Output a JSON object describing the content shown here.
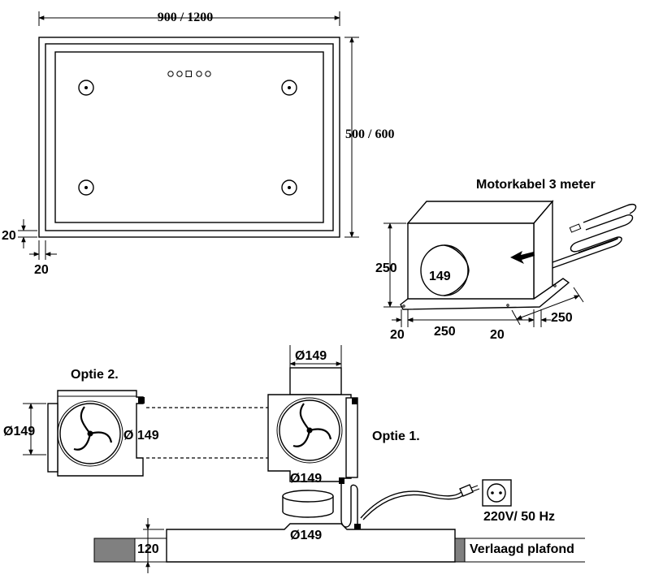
{
  "top_view": {
    "width_label": "900 / 1200",
    "depth_label": "500 / 600",
    "frame_vertical_label": "20",
    "frame_horizontal_label": "20"
  },
  "motor_box": {
    "cable_label": "Motorkabel 3 meter",
    "height_label": "250",
    "diameter_label": "149",
    "width_label": "250",
    "left_flange_label": "20",
    "right_flange_label": "20",
    "depth_label": "250"
  },
  "option_2": {
    "title": "Optie 2.",
    "side_diameter_label": "Ø149",
    "fan_diameter_label": "Ø 149"
  },
  "option_1": {
    "title": "Optie 1.",
    "top_diameter_label": "Ø149",
    "bottom_diameter_label": "Ø149"
  },
  "ceiling": {
    "gap_label": "120",
    "duct_diameter_label": "Ø149",
    "ceiling_label": "Verlaagd plafond",
    "power_label": "220V/ 50 Hz"
  }
}
